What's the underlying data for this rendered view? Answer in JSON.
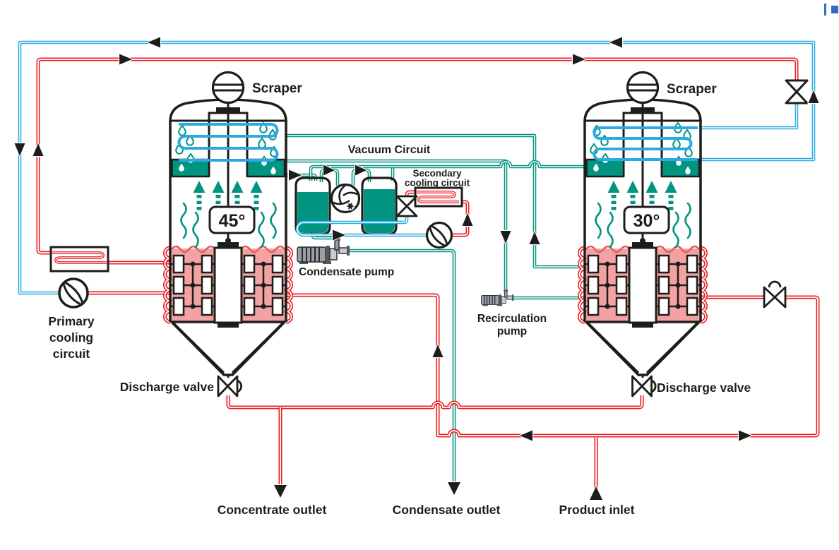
{
  "palette": {
    "red": "#ec1c24",
    "blue": "#29abe2",
    "teal": "#009481",
    "pink": "#f2a2a2",
    "pink_wave": "#e4595c",
    "ink": "#1d1d1b",
    "corner_blue": "#2e6fbe",
    "metal_dark": "#55595e",
    "metal_mid": "#9aa0a5",
    "metal_light": "#c9ccce"
  },
  "vessels": {
    "left": {
      "scraper": "Scraper",
      "temperature": "45°",
      "discharge_valve": "Discharge valve"
    },
    "right": {
      "scraper": "Scraper",
      "temperature": "30°",
      "discharge_valve": "Discharge valve"
    }
  },
  "circuits": {
    "vacuum": "Vacuum Circuit",
    "secondary_line1": "Secondary",
    "secondary_line2": "cooling circuit",
    "primary_line1": "Primary",
    "primary_line2": "cooling",
    "primary_line3": "circuit"
  },
  "pumps": {
    "condensate": "Condensate pump",
    "recirculation_line1": "Recirculation",
    "recirculation_line2": "pump"
  },
  "streams": {
    "concentrate_outlet": "Concentrate outlet",
    "condensate_outlet": "Condensate outlet",
    "product_inlet": "Product inlet"
  }
}
